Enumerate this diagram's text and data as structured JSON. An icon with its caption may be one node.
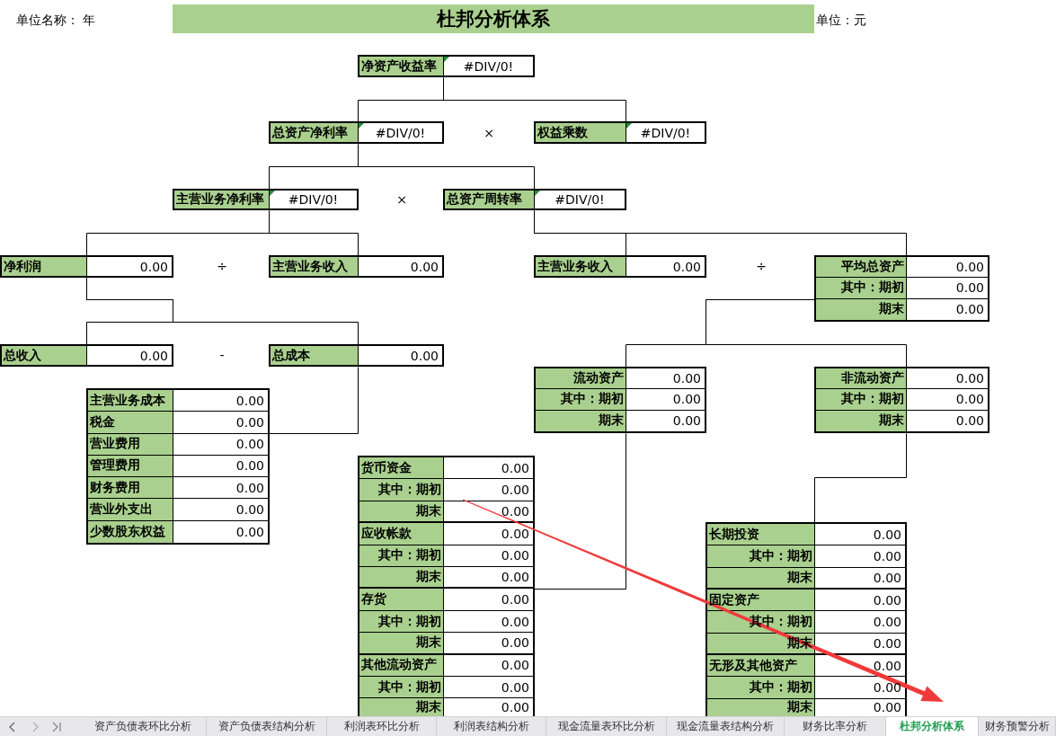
{
  "diagram": {
    "title": "杜邦分析体系",
    "nodes": [
      {
        "text": [
          "净资产收益率",
          "#DIV/0!"
        ]
      },
      {
        "text": [
          "总资产净利率",
          "#DIV/0!"
        ]
      },
      {
        "text": [
          "权益乘数",
          "#DIV/0!"
        ]
      },
      {
        "text": [
          "主营业务净利率",
          "#DIV/0!"
        ]
      },
      {
        "text": [
          "总资产周转率",
          "#DIV/0!"
        ]
      },
      {
        "text": [
          "净利润",
          "0.00"
        ]
      },
      {
        "text": [
          "主营业务收入",
          "0.00"
        ]
      },
      {
        "text": [
          "主营业务收入",
          "0.00"
        ]
      },
      {
        "text": [
          "平均总资产",
          "0.00",
          "其中：期初",
          "0.00",
          "期末",
          "0.00"
        ]
      },
      {
        "text": [
          "总收入",
          "0.00"
        ]
      },
      {
        "text": [
          "总成本",
          "0.00"
        ]
      },
      {
        "text": [
          "流动资产",
          "0.00",
          "其中：期初",
          "0.00",
          "期末",
          "0.00"
        ]
      },
      {
        "text": [
          "非流动资产",
          "0.00",
          "其中：期初",
          "0.00",
          "期末",
          "0.00"
        ]
      },
      {
        "text": [
          "主营业务成本",
          "0.00",
          "税金",
          "0.00",
          "营业费用",
          "0.00",
          "管理费用",
          "0.00",
          "财务费用",
          "0.00",
          "营业外支出",
          "0.00",
          "少数股东权益",
          "0.00"
        ]
      },
      {
        "text": [
          "货币资金",
          "0.00",
          "其中：期初",
          "0.00",
          "期末",
          "0.00",
          "应收帐款",
          "0.00",
          "其中：期初",
          "0.00",
          "期末",
          "0.00",
          "存货",
          "0.00",
          "其中：期初",
          "0.00",
          "期末",
          "0.00",
          "其他流动资产",
          "0.00",
          "其中：期初",
          "0.00",
          "期末",
          "0.00"
        ]
      },
      {
        "text": [
          "长期投资",
          "0.00",
          "其中：期初",
          "0.00",
          "期末",
          "0.00",
          "固定资产",
          "0.00",
          "其中：期初",
          "0.00",
          "期末",
          "0.00",
          "无形及其他资产",
          "0.00",
          "其中：期初",
          "0.00",
          "期末",
          "0.00"
        ]
      }
    ],
    "edges": [
      {
        "from": 0,
        "to": 1,
        "arrow": "none"
      },
      {
        "from": 0,
        "to": 2,
        "arrow": "none"
      },
      {
        "from": 1,
        "to": 3,
        "arrow": "none"
      },
      {
        "from": 1,
        "to": 4,
        "arrow": "none"
      },
      {
        "from": 3,
        "to": 5,
        "arrow": "none"
      },
      {
        "from": 3,
        "to": 6,
        "arrow": "none"
      },
      {
        "from": 4,
        "to": 7,
        "arrow": "none"
      },
      {
        "from": 4,
        "to": 8,
        "arrow": "none"
      },
      {
        "from": 5,
        "to": 9,
        "arrow": "none"
      },
      {
        "from": 5,
        "to": 10,
        "arrow": "none"
      },
      {
        "from": 10,
        "to": 13,
        "arrow": "none"
      },
      {
        "from": 8,
        "to": 11,
        "arrow": "none"
      },
      {
        "from": 8,
        "to": 12,
        "arrow": "none"
      },
      {
        "from": 11,
        "to": 14,
        "arrow": "none"
      },
      {
        "from": 12,
        "to": 15,
        "arrow": "none"
      }
    ],
    "labels": [
      "单位名称： 年",
      "单位：元",
      "×",
      "×",
      "÷",
      "÷",
      "-",
      "资产负债表环比分析",
      "资产负债表结构分析",
      "利润表环比分析",
      "利润表结构分析",
      "现金流量表环比分析",
      "现金流量表结构分析",
      "财务比率分析",
      "杜邦分析体系",
      "财务预警分析"
    ]
  }
}
